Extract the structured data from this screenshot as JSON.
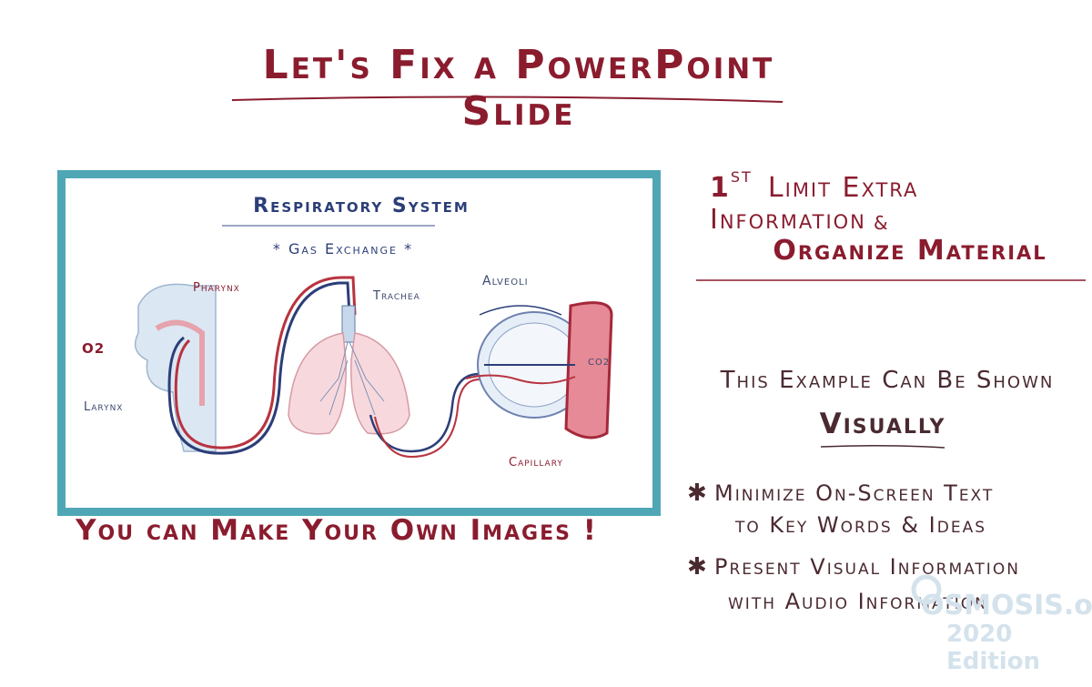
{
  "title": "Let's Fix a PowerPoint Slide",
  "diagram": {
    "heading": "Respiratory System",
    "subheading": "* Gas Exchange *",
    "labels": {
      "pharynx": "Pharynx",
      "trachea": "Trachea",
      "alveoli": "Alveoli",
      "o2": "O2",
      "larynx": "Larynx",
      "co2": "CO2",
      "capillary": "Capillary"
    }
  },
  "caption": "You can Make Your Own Images !",
  "point1": {
    "number": "1",
    "superscript": "ST",
    "line1": "Limit Extra Information",
    "ampersand": "&",
    "line2": "Organize Material"
  },
  "example": {
    "line1": "This Example Can Be Shown",
    "line2": "Visually"
  },
  "bullets": [
    {
      "line1": "Minimize On-Screen Text",
      "line2": "to Key Words & Ideas"
    },
    {
      "line1": "Present Visual Information",
      "line2": "with Audio Information"
    }
  ],
  "watermark": {
    "brand": "OSMOSIS.org",
    "edition": "2020 Edition"
  },
  "colors": {
    "accent_red": "#8a1c2e",
    "navy": "#2c3e78",
    "frame_teal": "#4fa7b5"
  }
}
